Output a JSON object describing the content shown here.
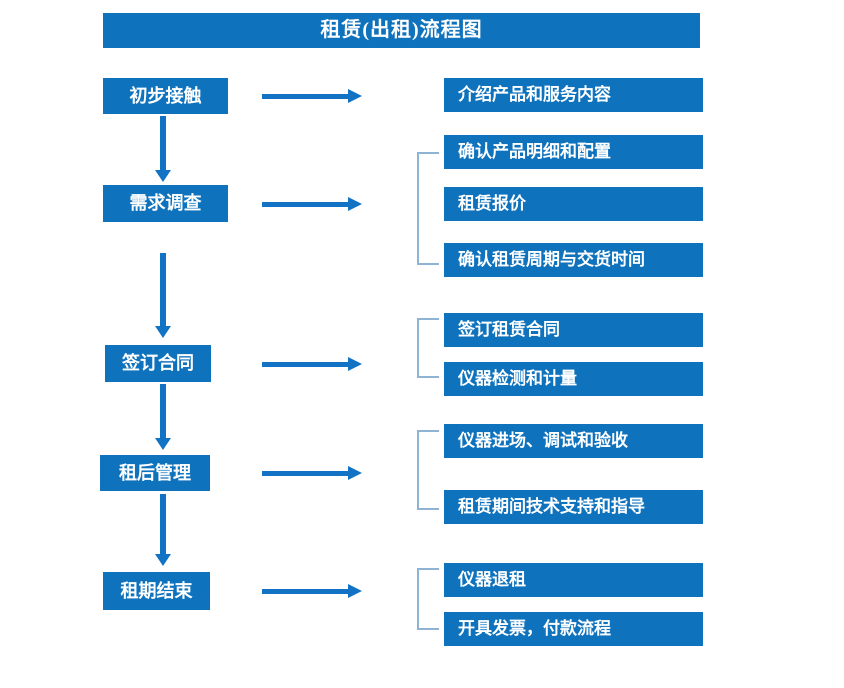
{
  "title": "租赁(出租)流程图",
  "colors": {
    "box_blue": "#0f72bd",
    "arrow_blue": "#1273c4",
    "bracket_blue": "#8fb3d4",
    "text_white": "#ffffff",
    "background": "#ffffff"
  },
  "stages": [
    {
      "label": "初步接触"
    },
    {
      "label": "需求调查"
    },
    {
      "label": "签订合同"
    },
    {
      "label": "租后管理"
    },
    {
      "label": "租期结束"
    }
  ],
  "details": [
    {
      "label": "介绍产品和服务内容"
    },
    {
      "label": "确认产品明细和配置"
    },
    {
      "label": "租赁报价"
    },
    {
      "label": "确认租赁周期与交货时间"
    },
    {
      "label": "签订租赁合同"
    },
    {
      "label": "仪器检测和计量"
    },
    {
      "label": "仪器进场、调试和验收"
    },
    {
      "label": "租赁期间技术支持和指导"
    },
    {
      "label": "仪器退租"
    },
    {
      "label": "开具发票，付款流程"
    }
  ],
  "groups": [
    {
      "stage": "初步接触",
      "details": [
        "介绍产品和服务内容"
      ]
    },
    {
      "stage": "需求调查",
      "details": [
        "确认产品明细和配置",
        "租赁报价",
        "确认租赁周期与交货时间"
      ]
    },
    {
      "stage": "签订合同",
      "details": [
        "签订租赁合同",
        "仪器检测和计量"
      ]
    },
    {
      "stage": "租后管理",
      "details": [
        "仪器进场、调试和验收",
        "租赁期间技术支持和指导"
      ]
    },
    {
      "stage": "租期结束",
      "details": [
        "仪器退租",
        "开具发票，付款流程"
      ]
    }
  ]
}
